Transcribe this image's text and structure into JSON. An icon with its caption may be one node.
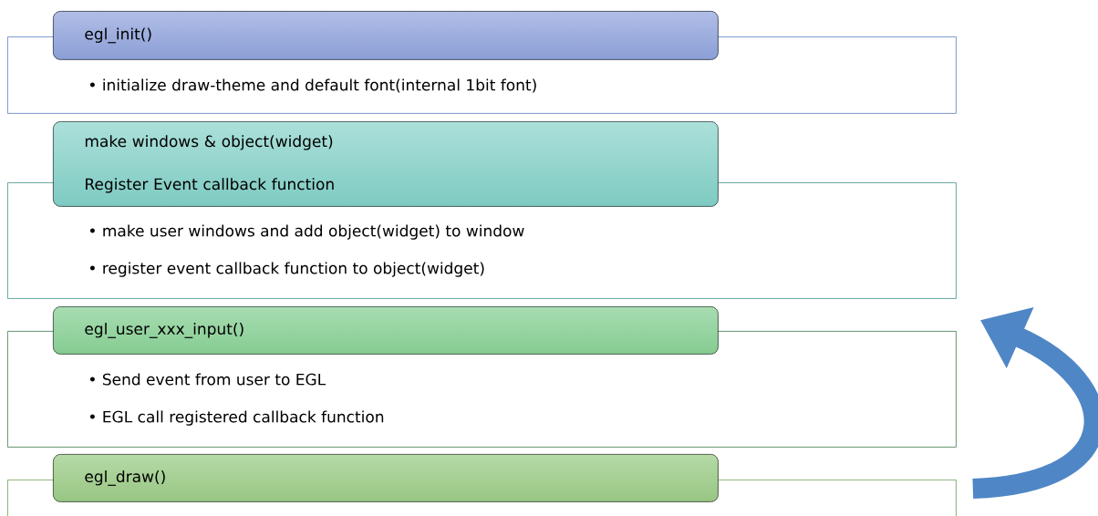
{
  "diagram": {
    "nodes": [
      {
        "text": [
          "egl_init()"
        ]
      },
      {
        "text": [
          "• initialize draw-theme and default font(internal 1bit font)"
        ]
      },
      {
        "text": [
          "make windows & object(widget)",
          "Register Event callback function"
        ]
      },
      {
        "text": [
          "• make user windows and add object(widget) to window",
          "• register event callback function to object(widget)"
        ]
      },
      {
        "text": [
          "egl_user_xxx_input()"
        ]
      },
      {
        "text": [
          "• Send event from user to EGL",
          "• EGL call registered callback function"
        ]
      },
      {
        "text": [
          "egl_draw()"
        ]
      },
      {
        "text": [],
        "shape": "box"
      }
    ],
    "edges": [
      {
        "from": 7,
        "to": 5,
        "arrow": "to"
      }
    ]
  }
}
